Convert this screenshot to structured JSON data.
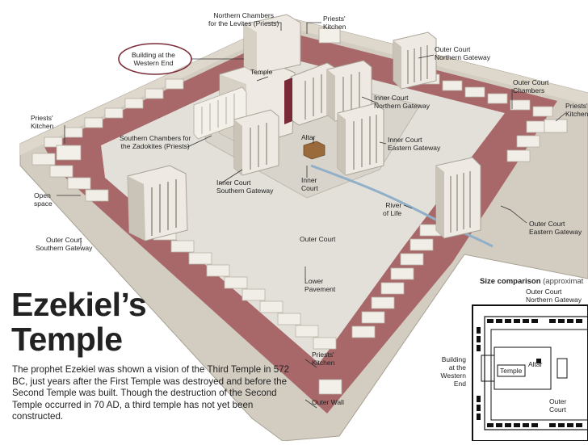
{
  "labels": {
    "northern_chambers": "Northern  Chambers\nfor the Levites (Priests)",
    "priests_kitchen_top": "Priests'\nKitchen",
    "building_western_end": "Building at the\nWestern End",
    "temple": "Temple",
    "outer_court_northern_gateway": "Outer Court\nNorthern Gateway",
    "outer_court_chambers": "Outer Court\nChambers",
    "priests_kitchen_right": "Priests'\nKitchen",
    "priests_kitchen_left": "Priests'\nKitchen",
    "inner_court_northern_gateway": "Inner Court\nNorthern Gateway",
    "altar": "Altar",
    "southern_chambers": "Southern Chambers for\nthe Zadokites (Priests)",
    "inner_court_eastern_gateway": "Inner Court\nEastern Gateway",
    "inner_court_southern_gateway": "Inner Court\nSouthern Gateway",
    "inner_court": "Inner\nCourt",
    "open_space": "Open\nspace",
    "river_of_life": "River\nof Life",
    "outer_court_eastern_gateway": "Outer Court\nEastern Gateway",
    "outer_court_southern_gateway": "Outer Court\nSouthern Gateway",
    "outer_court": "Outer Court",
    "lower_pavement": "Lower\nPavement",
    "priests_kitchen_bottom": "Priests'\nKitchen",
    "outer_wall": "Outer Wall"
  },
  "title": "Ezekiel’s\nTemple",
  "description": "The prophet Ezekiel was shown a vision of the Third Temple in 572 BC, just years after the First Temple was destroyed and before the Second Temple was built. Though the destruction of the Second Temple occurred in 70 AD, a third temple has not yet been constructed.",
  "size_comparison": {
    "header_bold": "Size comparison",
    "header_rest": "(approximat",
    "outer_court_northern_gateway": "Outer Court\nNorthern Gateway",
    "building_western_end": "Building\nat the\nWestern\nEnd",
    "temple": "Temple",
    "altar": "Altar",
    "outer_court": "Outer\nCourt"
  },
  "colors": {
    "pavement": "#e2dfd8",
    "wall": "#cfc8bd",
    "red_pavement": "#a8686a",
    "building": "#eeeae3",
    "building_shade": "#c9c3b8",
    "river": "#8fb0c8",
    "highlight_ring": "#7a2a36"
  }
}
